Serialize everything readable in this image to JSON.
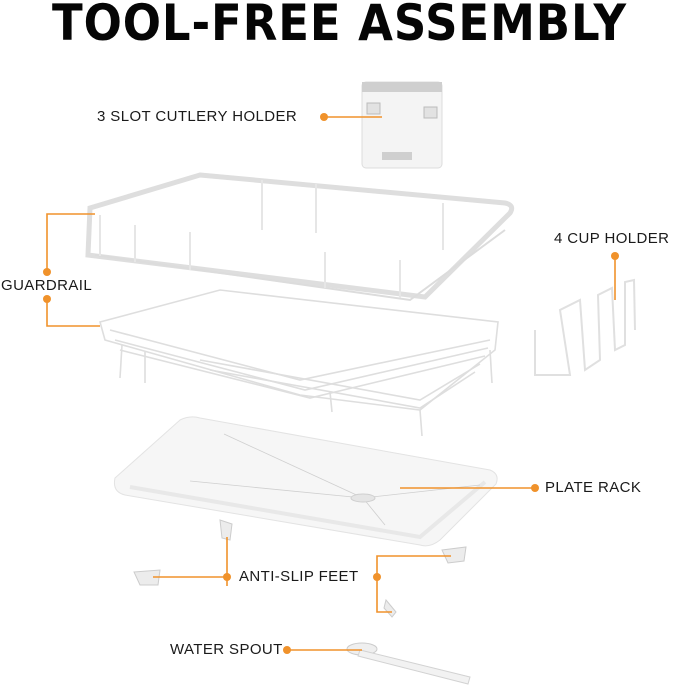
{
  "title": "TOOL-FREE ASSEMBLY",
  "accent_color": "#F0922B",
  "callouts": [
    {
      "id": "cutlery",
      "label": "3 SLOT CUTLERY HOLDER"
    },
    {
      "id": "guardrail",
      "label": "GUARDRAIL"
    },
    {
      "id": "cup",
      "label": "4 CUP HOLDER"
    },
    {
      "id": "plate",
      "label": "PLATE RACK"
    },
    {
      "id": "feet",
      "label": "ANTI-SLIP FEET"
    },
    {
      "id": "spout",
      "label": "WATER SPOUT"
    }
  ]
}
